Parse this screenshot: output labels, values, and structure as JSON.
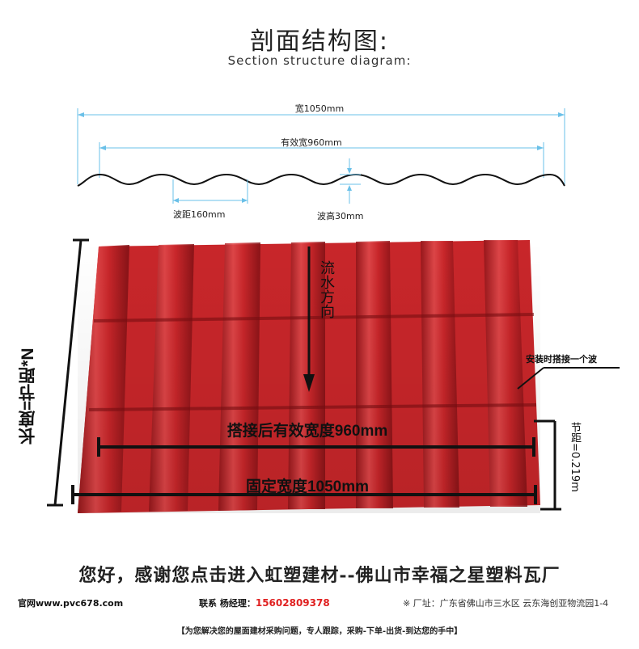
{
  "title": {
    "cn": "剖面结构图:",
    "en": "Section structure diagram:"
  },
  "profile": {
    "total_width": "宽1050mm",
    "effective_width": "有效宽960mm",
    "wave_pitch": "波距160mm",
    "wave_height": "波高30mm"
  },
  "tile": {
    "flow_direction": "流水方向",
    "length_label": "长度=节距*N",
    "overlap_note": "安装时搭接一个波",
    "effective_after_overlap": "搭接后有效宽度960mm",
    "fixed_width": "固定宽度1050mm",
    "pitch_label": "节距=0.219m",
    "color": "#c8262a"
  },
  "greeting": "您好，感谢您点击进入虹塑建材--佛山市幸福之星塑料瓦厂",
  "footer": {
    "website": "官网www.pvc678.com",
    "contact_label": "联系 杨经理：",
    "phone": "15602809378",
    "address": "※ 厂址：广东省佛山市三水区 云东海创亚物流园1-4",
    "note": "【为您解决您的屋面建材采购问题，专人跟踪，采购-下单-出货-到达您的手中】"
  }
}
